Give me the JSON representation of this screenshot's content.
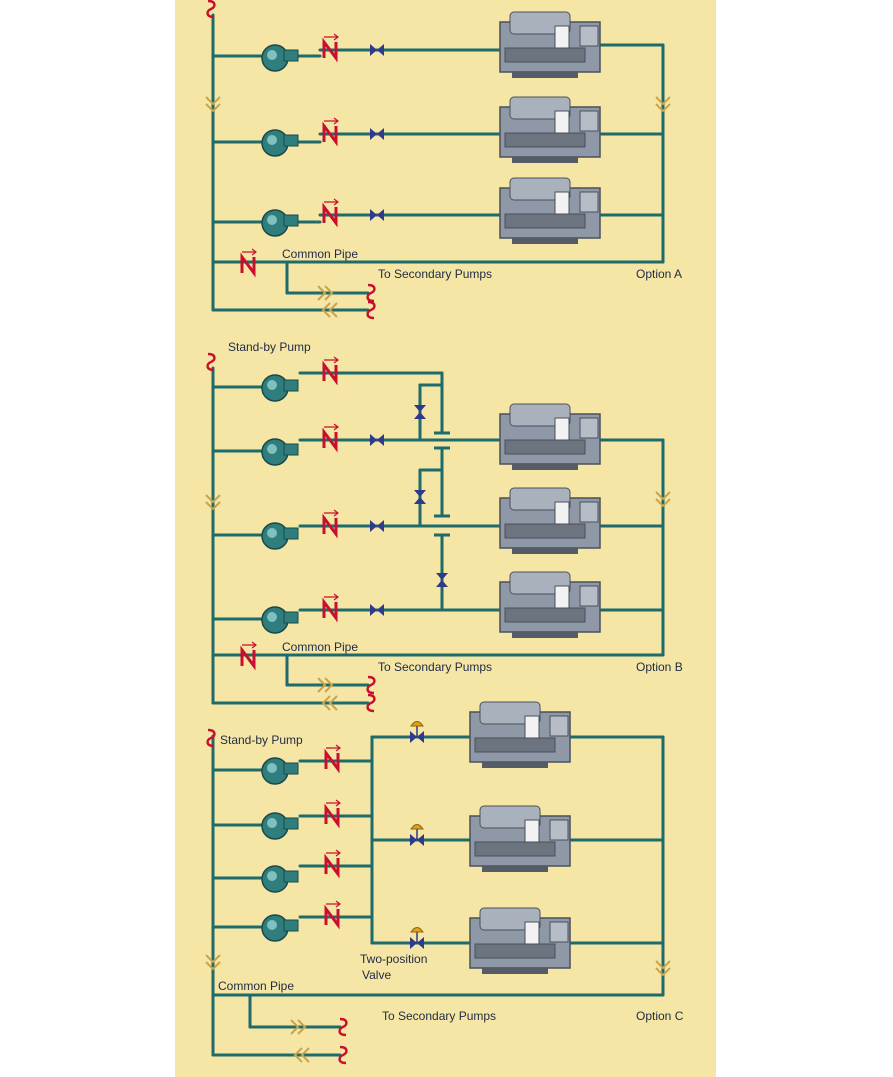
{
  "colors": {
    "background_panel": "#f5e6a6",
    "pipe": "#1e6b6b",
    "check_valve": "#c8102e",
    "isolation_valve": "#2e3a8c",
    "pump_body": "#2f7d7d",
    "chiller_body": "#8f98a6",
    "reducer": "#c9a44a"
  },
  "option_a": {
    "common_pipe_label": "Common Pipe",
    "secondary_label": "To Secondary Pumps",
    "option_label": "Option A"
  },
  "option_b": {
    "standby_label": "Stand-by Pump",
    "common_pipe_label": "Common Pipe",
    "secondary_label": "To Secondary Pumps",
    "option_label": "Option B"
  },
  "option_c": {
    "standby_label": "Stand-by Pump",
    "common_pipe_label": "Common Pipe",
    "valve_label_1": "Two-position",
    "valve_label_2": "Valve",
    "secondary_label": "To Secondary Pumps",
    "option_label": "Option C"
  },
  "icons": [
    "pump-icon",
    "check-valve-icon",
    "isolation-valve-icon",
    "chiller-icon",
    "two-position-valve-icon",
    "flexible-connector-icon",
    "pipe-reducer-icon"
  ]
}
